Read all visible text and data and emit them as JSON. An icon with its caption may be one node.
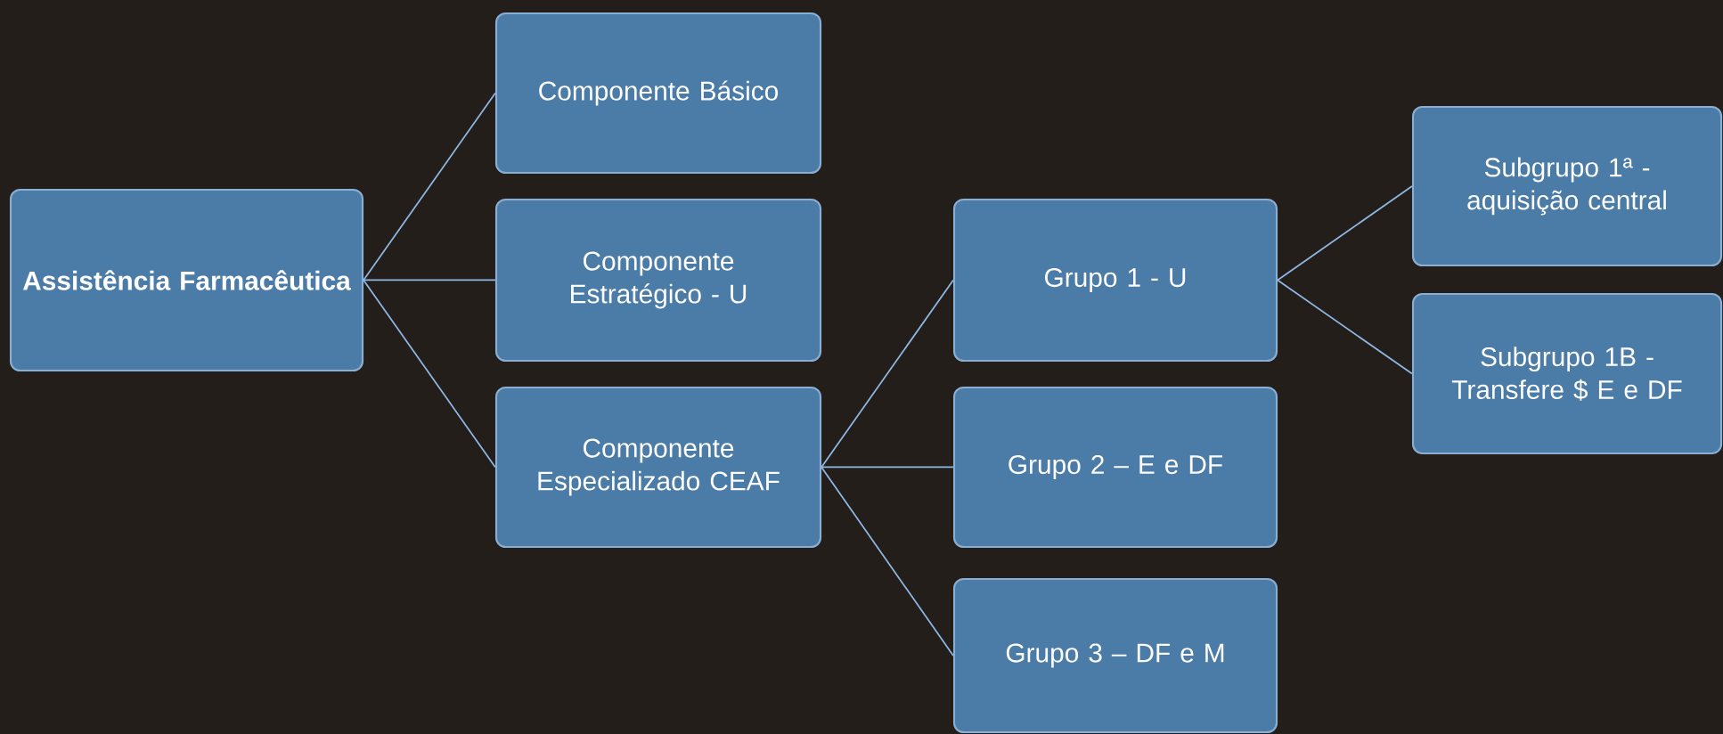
{
  "diagram": {
    "nodes": [
      {
        "text": [
          "Assistência Farmacêutica"
        ]
      },
      {
        "text": [
          "Componente Básico"
        ]
      },
      {
        "text": [
          "Componente Estratégico - U"
        ]
      },
      {
        "text": [
          "Componente Especializado CEAF"
        ]
      },
      {
        "text": [
          "Grupo 1 - U"
        ]
      },
      {
        "text": [
          "Grupo 2 – E e DF"
        ]
      },
      {
        "text": [
          "Grupo 3 – DF e M"
        ]
      },
      {
        "text": [
          "Subgrupo 1ª - aquisição central"
        ]
      },
      {
        "text": [
          "Subgrupo 1B - Transfere $ E e DF"
        ]
      }
    ],
    "edges": [
      {
        "from": 0,
        "to": 1,
        "arrow": "none"
      },
      {
        "from": 0,
        "to": 2,
        "arrow": "none"
      },
      {
        "from": 0,
        "to": 3,
        "arrow": "none"
      },
      {
        "from": 3,
        "to": 4,
        "arrow": "none"
      },
      {
        "from": 3,
        "to": 5,
        "arrow": "none"
      },
      {
        "from": 3,
        "to": 6,
        "arrow": "none"
      },
      {
        "from": 4,
        "to": 7,
        "arrow": "none"
      },
      {
        "from": 4,
        "to": 8,
        "arrow": "none"
      }
    ]
  }
}
